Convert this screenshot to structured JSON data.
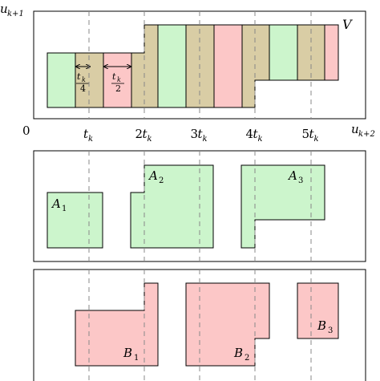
{
  "colors": {
    "green": "#ccf5cc",
    "tan": "#d9cda5",
    "pink": "#fcc7c7",
    "border": "#000000",
    "dashed": "#888888"
  },
  "top_panel": {
    "y_axis_label": "u",
    "y_axis_sub": "k+1",
    "x_axis_label": "u",
    "x_axis_sub": "k+2",
    "origin_label": "0",
    "region_label": "V",
    "ticks": [
      {
        "coef": "",
        "sub": "k"
      },
      {
        "coef": "2",
        "sub": "k"
      },
      {
        "coef": "3",
        "sub": "k"
      },
      {
        "coef": "4",
        "sub": "k"
      },
      {
        "coef": "5",
        "sub": "k"
      }
    ],
    "tick_var": "t",
    "brace1": {
      "num": "t",
      "num_sub": "k",
      "den": "4"
    },
    "brace2": {
      "num": "t",
      "num_sub": "k",
      "den": "2"
    }
  },
  "middle_panel": {
    "labels": [
      {
        "letter": "A",
        "sub": "1"
      },
      {
        "letter": "A",
        "sub": "2"
      },
      {
        "letter": "A",
        "sub": "3"
      }
    ]
  },
  "bottom_panel": {
    "labels": [
      {
        "letter": "B",
        "sub": "1"
      },
      {
        "letter": "B",
        "sub": "2"
      },
      {
        "letter": "B",
        "sub": "3"
      }
    ]
  }
}
